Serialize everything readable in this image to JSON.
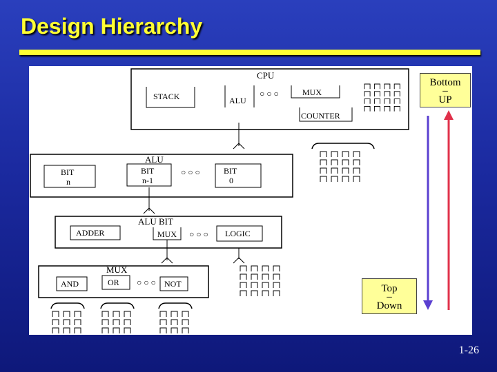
{
  "slide": {
    "title": "Design Hierarchy",
    "page_number": "1-26",
    "colors": {
      "background": "#1b2aa0",
      "title": "#ffff33",
      "note_box": "#ffff99",
      "up_arrow": "#e0304a",
      "down_arrow": "#5a3fd0"
    }
  },
  "diagram": {
    "cpu": {
      "title": "CPU",
      "stack": "STACK",
      "alu": "ALU",
      "dots": "○ ○ ○",
      "mux": "MUX",
      "counter": "COUNTER"
    },
    "alu": {
      "title": "ALU",
      "bit_n_line1": "BIT",
      "bit_n_line2": "n",
      "bit_n1_line1": "BIT",
      "bit_n1_line2": "n-1",
      "bit_0_line1": "BIT",
      "bit_0_line2": "0",
      "dots": "○ ○ ○"
    },
    "alu_bit": {
      "title": "ALU BIT",
      "adder": "ADDER",
      "mux": "MUX",
      "dots": "○ ○ ○",
      "logic": "LOGIC"
    },
    "mux": {
      "title": "MUX",
      "and": "AND",
      "or": "OR",
      "dots": "○ ○ ○",
      "not": "NOT"
    }
  },
  "notes": {
    "bottom_up_line1": "Bottom",
    "bottom_up_dash": "–",
    "bottom_up_line2": "UP",
    "top_down_line1": "Top",
    "top_down_dash": "–",
    "top_down_line2": "Down"
  }
}
